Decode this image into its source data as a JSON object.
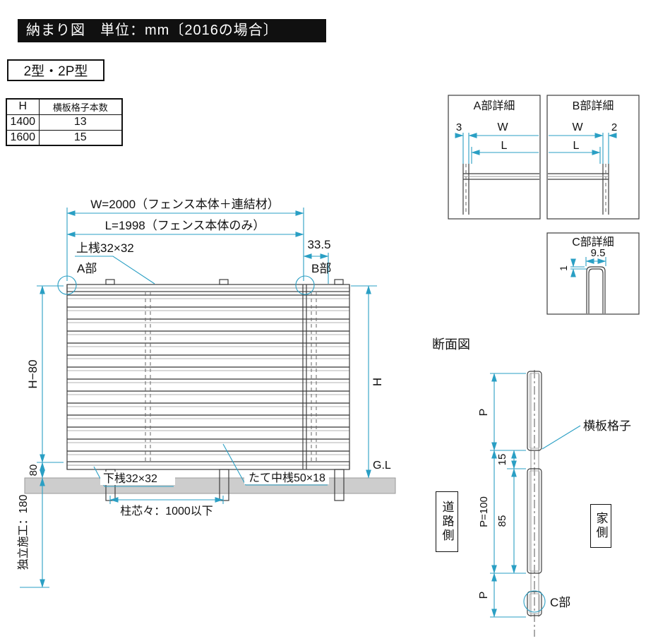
{
  "header": {
    "title": "納まり図　単位：mm〔2016の場合〕",
    "type_label": "2型・2P型"
  },
  "spec_table": {
    "col_h": "H",
    "col_count": "横板格子本数",
    "rows": [
      {
        "h": "1400",
        "count": "13"
      },
      {
        "h": "1600",
        "count": "15"
      }
    ]
  },
  "elevation": {
    "dim_w": "W=2000（フェンス本体＋連結材）",
    "dim_l": "L=1998（フェンス本体のみ）",
    "top_rail": "上桟32×32",
    "dim_335": "33.5",
    "part_a": "A部",
    "part_b": "B部",
    "dim_h80": "H−80",
    "dim_h": "H",
    "dim_80": "80",
    "gl": "G.L",
    "bottom_rail": "下桟32×32",
    "mid_rail": "たて中桟50×18",
    "post_pitch": "柱芯々：1000以下",
    "embed": "独立施工：180"
  },
  "detail_a": {
    "title": "A部詳細",
    "d3": "3",
    "dw": "W",
    "dl": "L"
  },
  "detail_b": {
    "title": "B部詳細",
    "dw": "W",
    "dl": "L",
    "d2": "2"
  },
  "detail_c": {
    "title": "C部詳細",
    "d95": "9.5",
    "d1": "1"
  },
  "section": {
    "title": "断面図",
    "p_top": "P",
    "p_bottom": "P",
    "p_pitch": "P=100",
    "d15": "15",
    "d85": "85",
    "board": "横板格子",
    "road": "道路側",
    "house": "家側",
    "part_c": "C部"
  },
  "colors": {
    "dim": "#2a9fc4",
    "structure": "#3d3d3d",
    "ground": "#cdcdcd"
  }
}
